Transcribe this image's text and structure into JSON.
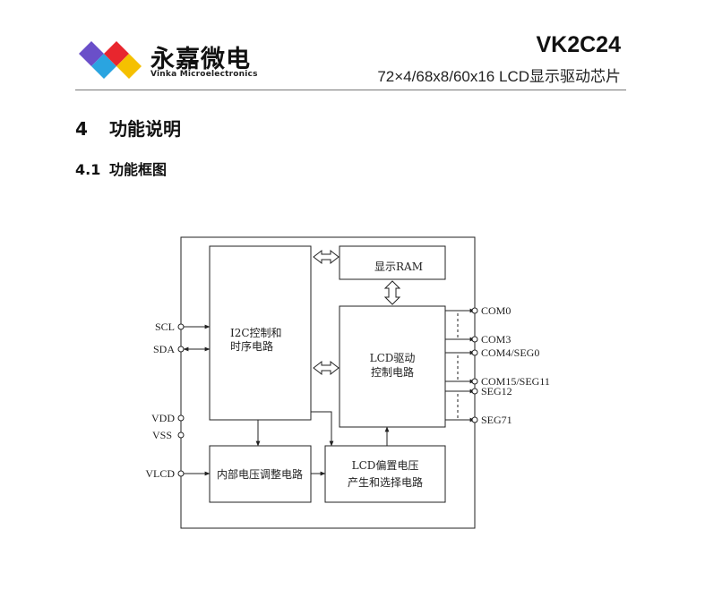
{
  "header": {
    "company_cn": "永嘉微电",
    "company_en": "Vinka Microelectronics",
    "model": "VK2C24",
    "subtitle": "72×4/68x8/60x16 LCD显示驱动芯片",
    "logo_colors": [
      "#6a4fc9",
      "#2aa4e0",
      "#e8262e",
      "#f5c000"
    ]
  },
  "section": {
    "number": "4",
    "title": "功能说明"
  },
  "subsection": {
    "number": "4.1",
    "title": "功能框图"
  },
  "diagram": {
    "blocks": {
      "ram_label": "显示RAM",
      "i2c_line1": "I2C控制和",
      "i2c_line2": "时序电路",
      "lcd_drv_line1": "LCD驱动",
      "lcd_drv_line2": "控制电路",
      "internal_reg": "内部电压调整电路",
      "bias_line1": "LCD偏置电压",
      "bias_line2": "产生和选择电路"
    },
    "left_pins": [
      "SCL",
      "SDA",
      "VDD",
      "VSS",
      "VLCD"
    ],
    "right_pins": [
      "COM0",
      "COM3",
      "COM4/SEG0",
      "COM15/SEG11",
      "SEG12",
      "SEG71"
    ]
  }
}
